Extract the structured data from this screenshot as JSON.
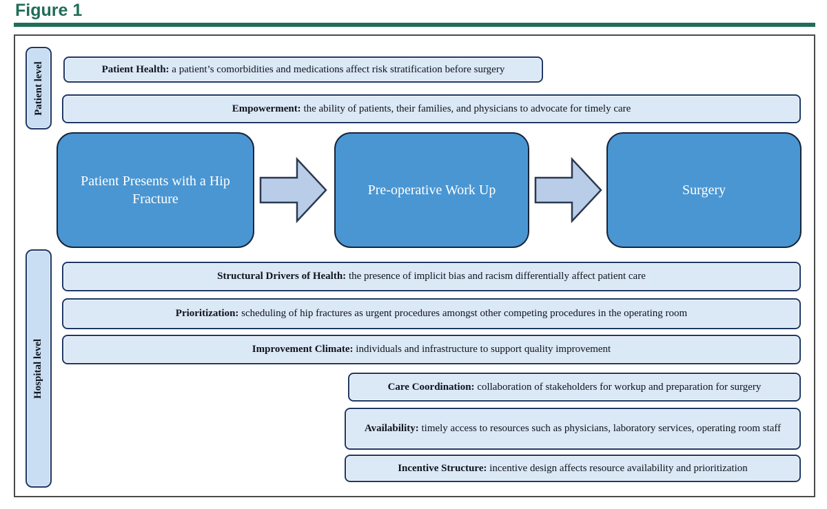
{
  "title": "Figure 1",
  "colors": {
    "accent_green": "#206d58",
    "band_fill": "#dbe8f5",
    "band_border": "#1f3864",
    "process_fill": "#4a96d2",
    "process_text": "#ffffff",
    "arrow_fill": "#b9cde8",
    "level_label_fill": "#c9def2"
  },
  "levels": {
    "patient": {
      "label": "Patient level"
    },
    "hospital": {
      "label": "Hospital level"
    }
  },
  "patient_factors": [
    {
      "term": "Patient Health:",
      "description": " a patient’s comorbidities and medications affect risk stratification before surgery"
    },
    {
      "term": "Empowerment:",
      "description": " the ability of patients, their families, and physicians to advocate for timely care"
    }
  ],
  "process_steps": [
    "Patient Presents with a Hip Fracture",
    "Pre-operative Work Up",
    "Surgery"
  ],
  "hospital_factors": [
    {
      "term": "Structural Drivers of Health:",
      "description": " the presence of implicit bias and racism differentially affect patient care"
    },
    {
      "term": "Prioritization:",
      "description": " scheduling of hip fractures as urgent procedures amongst other competing procedures in the operating room"
    },
    {
      "term": "Improvement Climate:",
      "description": " individuals and infrastructure to support quality improvement"
    },
    {
      "term": "Care Coordination:",
      "description": " collaboration of stakeholders for workup and preparation for surgery"
    },
    {
      "term": "Availability:",
      "description": " timely access to resources such as physicians, laboratory services, operating room staff"
    },
    {
      "term": "Incentive Structure:",
      "description": " incentive design affects resource availability and prioritization"
    }
  ]
}
